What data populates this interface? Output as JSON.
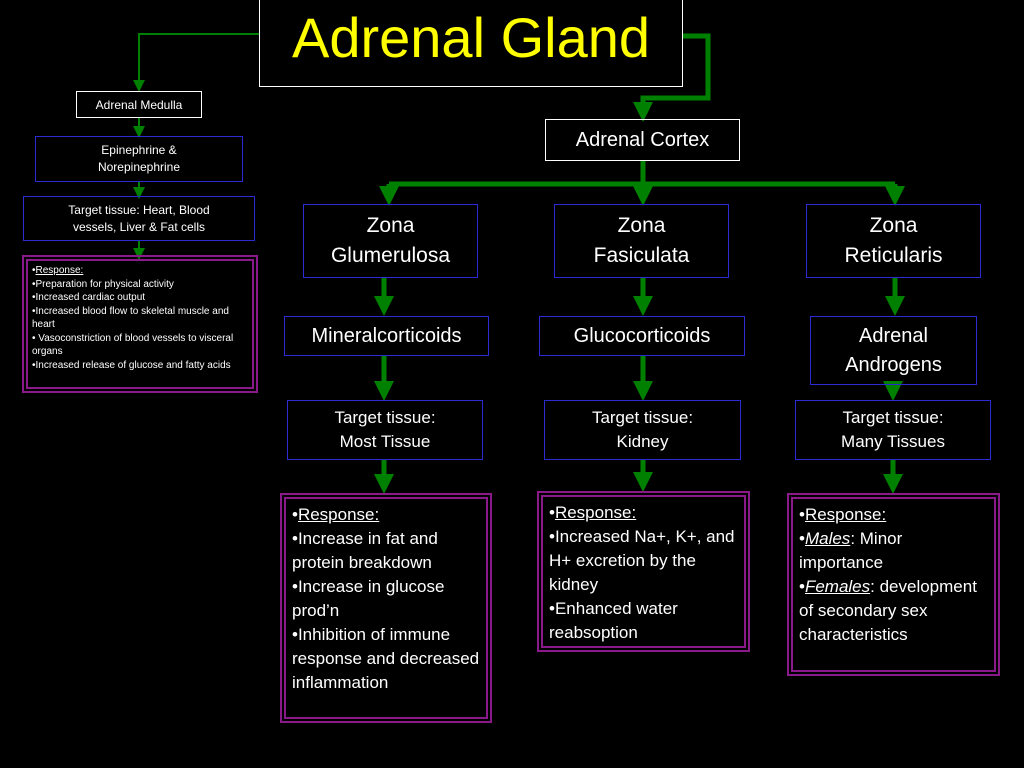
{
  "title": "Adrenal Gland",
  "medulla": {
    "label": "Adrenal Medulla",
    "hormone": [
      "Epinephrine &",
      "Norepinephrine"
    ],
    "target": [
      "Target tissue: Heart, Blood",
      "vessels, Liver & Fat cells"
    ],
    "response_label": "Response:",
    "responses": [
      "Preparation for physical activity",
      "Increased cardiac output",
      "Increased blood flow to skeletal muscle and heart",
      " Vasoconstriction of blood vessels to visceral organs",
      "Increased release of glucose and fatty acids"
    ]
  },
  "cortex": {
    "label": "Adrenal Cortex",
    "zones": [
      {
        "name": [
          "Zona",
          "Glumerulosa"
        ],
        "hormone": [
          "Mineralcorticoids"
        ],
        "target": [
          "Target tissue:",
          "Most Tissue"
        ],
        "response_label": "Response:",
        "responses": [
          "Increase in fat and protein breakdown",
          "Increase in glucose prod’n",
          "Inhibition of immune response and decreased inflammation"
        ]
      },
      {
        "name": [
          "Zona",
          "Fasiculata"
        ],
        "hormone": [
          "Glucocorticoids"
        ],
        "target": [
          "Target tissue:",
          "Kidney"
        ],
        "response_label": "Response:",
        "responses": [
          "Increased Na+, K+, and H+ excretion by the kidney",
          "Enhanced water reabsoption"
        ]
      },
      {
        "name": [
          "Zona",
          "Reticularis"
        ],
        "hormone": [
          "Adrenal",
          "Androgens"
        ],
        "target": [
          "Target tissue:",
          "Many Tissues"
        ],
        "response_label": "Response:",
        "males_label": "Males",
        "males_text": ": Minor importance",
        "females_label": "Females",
        "females_text": ": development of secondary sex characteristics"
      }
    ]
  },
  "colors": {
    "background": "#000000",
    "title_text": "#ffff00",
    "arrow": "#008000",
    "box_border_blue": "#2b2bd6",
    "box_border_purple": "#8a1a8a",
    "text": "#ffffff"
  }
}
